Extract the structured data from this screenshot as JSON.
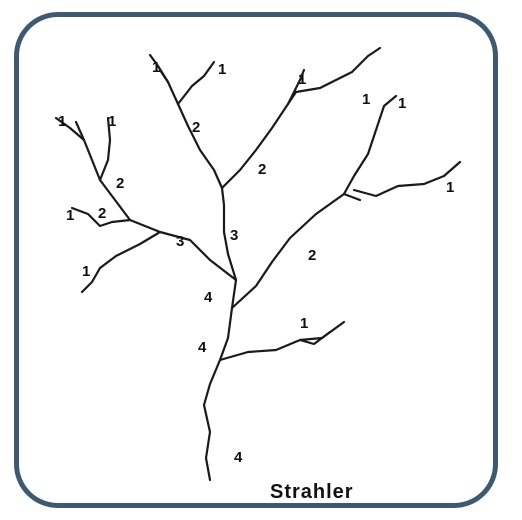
{
  "diagram": {
    "caption": "Strahler",
    "stream_orders": [
      {
        "id": "a",
        "label": "1"
      },
      {
        "id": "b",
        "label": "1"
      },
      {
        "id": "c",
        "label": "1"
      },
      {
        "id": "d",
        "label": "1"
      },
      {
        "id": "e",
        "label": "1"
      },
      {
        "id": "f",
        "label": "1"
      },
      {
        "id": "g",
        "label": "1"
      },
      {
        "id": "h",
        "label": "1"
      },
      {
        "id": "i",
        "label": "1"
      },
      {
        "id": "j",
        "label": "1"
      },
      {
        "id": "k",
        "label": "1"
      },
      {
        "id": "l",
        "label": "2"
      },
      {
        "id": "m",
        "label": "2"
      },
      {
        "id": "n",
        "label": "2"
      },
      {
        "id": "o",
        "label": "2"
      },
      {
        "id": "p",
        "label": "2"
      },
      {
        "id": "q",
        "label": "3"
      },
      {
        "id": "r",
        "label": "3"
      },
      {
        "id": "s",
        "label": "4"
      },
      {
        "id": "t",
        "label": "4"
      },
      {
        "id": "u",
        "label": "4"
      }
    ]
  },
  "colors": {
    "frame": "#3e5a72",
    "stream": "#1a1a1a",
    "text": "#111111"
  }
}
